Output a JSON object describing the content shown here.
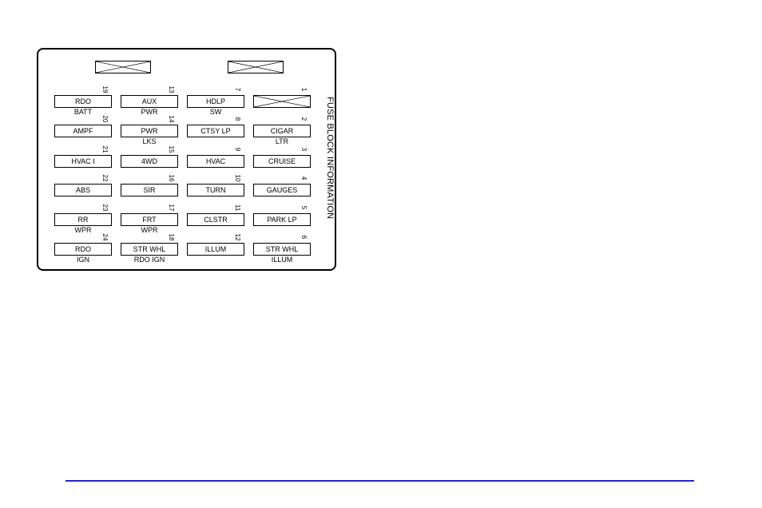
{
  "diagram": {
    "title": "FUSE BLOCK INFORMATION",
    "rule_color": "#2525c8",
    "spares_top": [
      {
        "name": "spare-fuse-top-left",
        "icon": "crossed-box"
      },
      {
        "name": "spare-fuse-top-right",
        "icon": "crossed-box"
      }
    ],
    "fuses": [
      {
        "number": "19",
        "line1": "RDO",
        "line2": "BATT",
        "col": 0,
        "row": 0
      },
      {
        "number": "20",
        "line1": "AMPF",
        "line2": "",
        "col": 0,
        "row": 1
      },
      {
        "number": "21",
        "line1": "HVAC I",
        "line2": "",
        "col": 0,
        "row": 2
      },
      {
        "number": "22",
        "line1": "ABS",
        "line2": "",
        "col": 0,
        "row": 3
      },
      {
        "number": "23",
        "line1": "RR",
        "line2": "WPR",
        "col": 0,
        "row": 4
      },
      {
        "number": "24",
        "line1": "RDO",
        "line2": "IGN",
        "col": 0,
        "row": 5
      },
      {
        "number": "13",
        "line1": "AUX",
        "line2": "PWR",
        "col": 1,
        "row": 0
      },
      {
        "number": "14",
        "line1": "PWR",
        "line2": "LKS",
        "col": 1,
        "row": 1
      },
      {
        "number": "15",
        "line1": "4WD",
        "line2": "",
        "col": 1,
        "row": 2
      },
      {
        "number": "16",
        "line1": "SIR",
        "line2": "",
        "col": 1,
        "row": 3
      },
      {
        "number": "17",
        "line1": "FRT",
        "line2": "WPR",
        "col": 1,
        "row": 4
      },
      {
        "number": "18",
        "line1": "STR WHL",
        "line2": "RDO IGN",
        "col": 1,
        "row": 5
      },
      {
        "number": "7",
        "line1": "HDLP",
        "line2": "SW",
        "col": 2,
        "row": 0
      },
      {
        "number": "8",
        "line1": "CTSY LP",
        "line2": "",
        "col": 2,
        "row": 1
      },
      {
        "number": "9",
        "line1": "HVAC",
        "line2": "",
        "col": 2,
        "row": 2
      },
      {
        "number": "10",
        "line1": "TURN",
        "line2": "",
        "col": 2,
        "row": 3
      },
      {
        "number": "11",
        "line1": "CLSTR",
        "line2": "",
        "col": 2,
        "row": 4
      },
      {
        "number": "12",
        "line1": "ILLUM",
        "line2": "",
        "col": 2,
        "row": 5
      },
      {
        "number": "1",
        "line1": "",
        "line2": "",
        "col": 3,
        "row": 0,
        "spare": true
      },
      {
        "number": "2",
        "line1": "CIGAR",
        "line2": "LTR",
        "col": 3,
        "row": 1
      },
      {
        "number": "3",
        "line1": "CRUISE",
        "line2": "",
        "col": 3,
        "row": 2
      },
      {
        "number": "4",
        "line1": "GAUGES",
        "line2": "",
        "col": 3,
        "row": 3
      },
      {
        "number": "5",
        "line1": "PARK LP",
        "line2": "",
        "col": 3,
        "row": 4
      },
      {
        "number": "6",
        "line1": "STR WHL",
        "line2": "ILLUM",
        "col": 3,
        "row": 5
      }
    ]
  }
}
